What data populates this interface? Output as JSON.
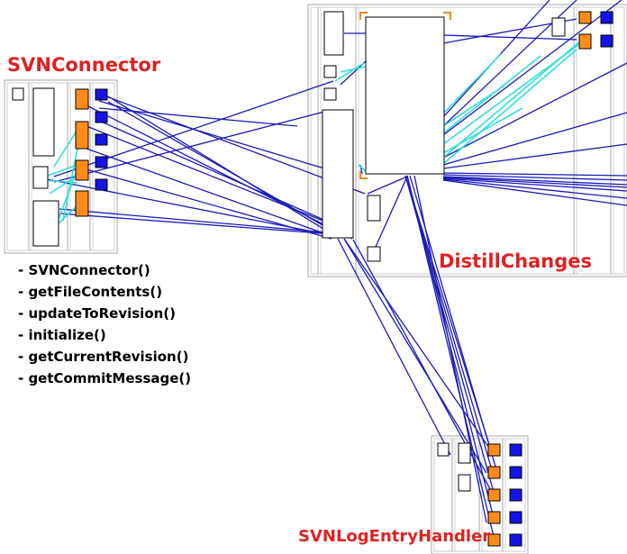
{
  "colors": {
    "title": "#dd2222",
    "call_edge": "#1a1ab8",
    "field_edge": "#33dddd",
    "method_node": "#ff8c1a",
    "attribute_node": "#1414e6",
    "column_border": "#aaaaaa",
    "node_border": "#000000",
    "selection_bracket": "#ee8a22"
  },
  "classes": {
    "svn_connector": {
      "title": "SVNConnector",
      "methods": [
        "- SVNConnector()",
        "- getFileContents()",
        "- updateToRevision()",
        "- initialize()",
        "- getCurrentRevision()",
        "- getCommitMessage()"
      ]
    },
    "distill_changes": {
      "title": "DistillChanges"
    },
    "svn_log_entry_handler": {
      "title": "SVNLogEntryHandler"
    }
  }
}
